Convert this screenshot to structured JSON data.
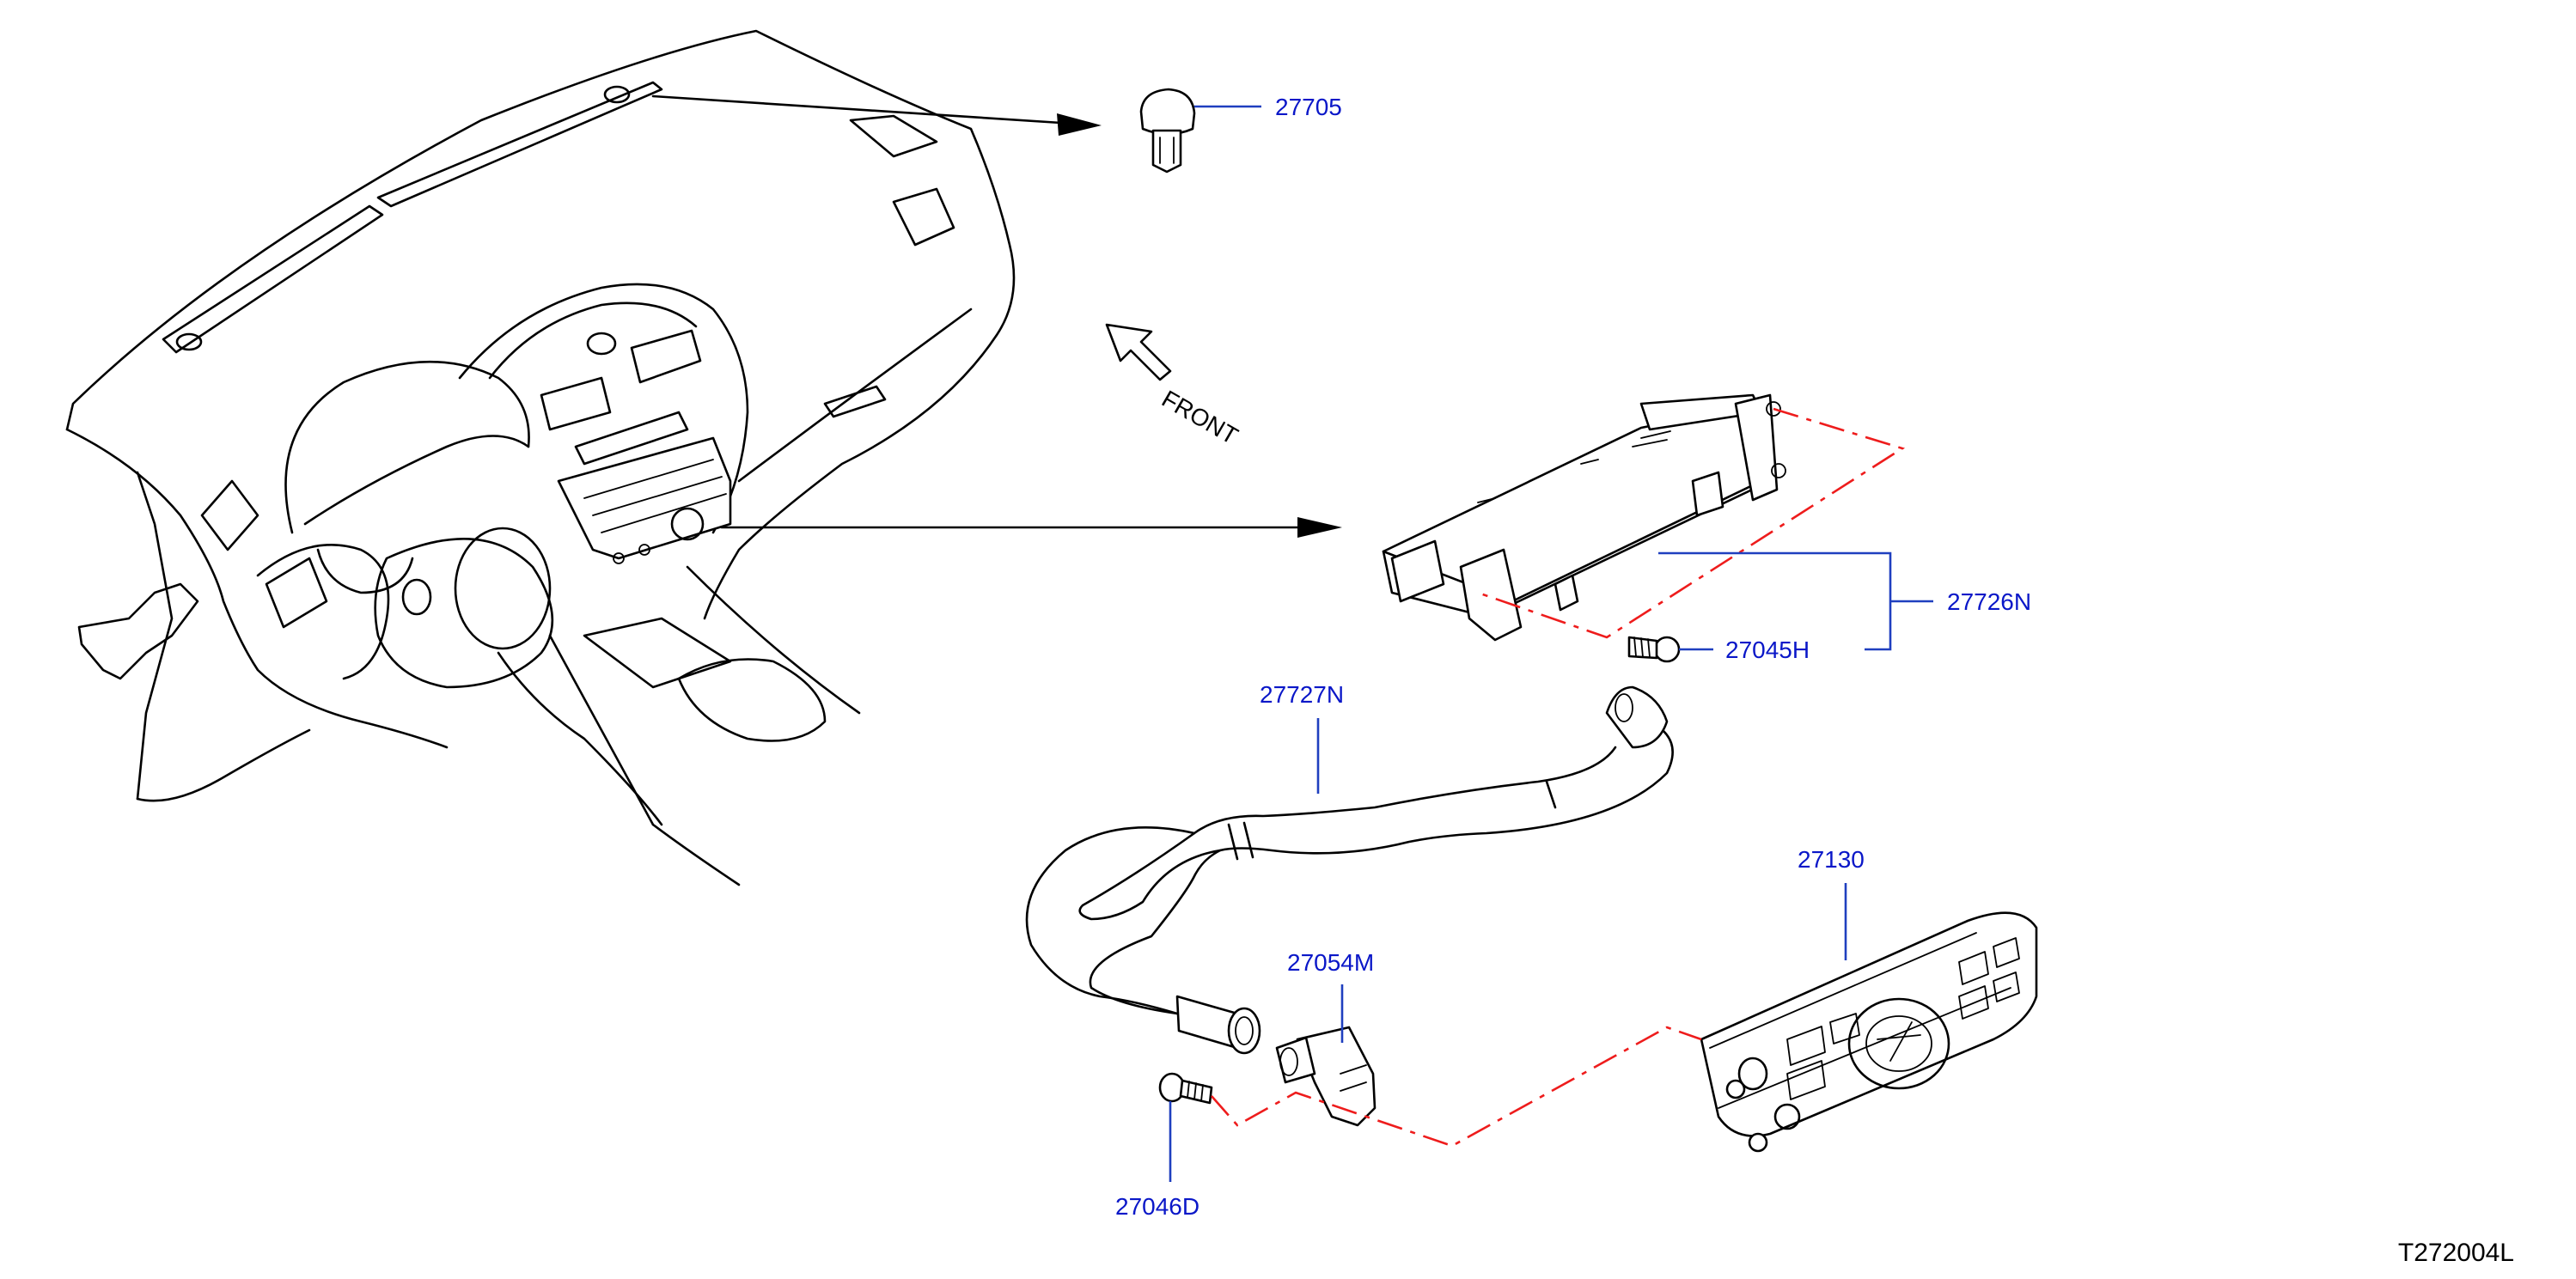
{
  "colors": {
    "label": "#0a17c8",
    "leader": "#1f3fbf",
    "dash": "#ee1c1c",
    "line": "#000000"
  },
  "labels": {
    "front": "FRONT",
    "p27705": "27705",
    "p27726N": "27726N",
    "p27045H": "27045H",
    "p27727N": "27727N",
    "p27130": "27130",
    "p27054M": "27054M",
    "p27046D": "27046D"
  },
  "figure_id": "T272004L"
}
